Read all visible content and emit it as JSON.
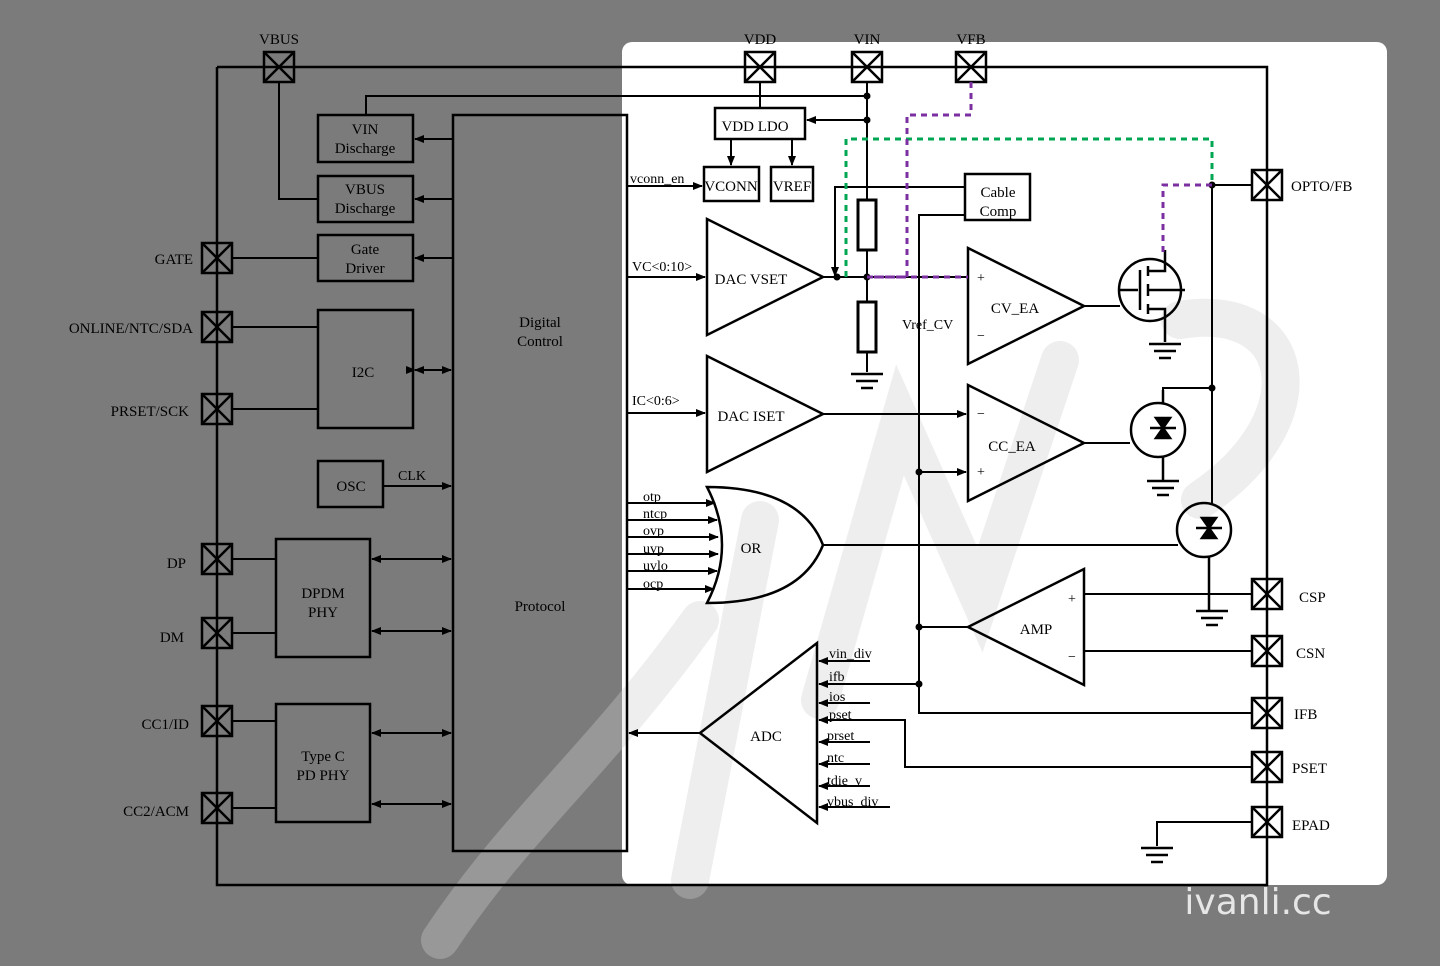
{
  "pins": {
    "vbus": "VBUS",
    "vdd": "VDD",
    "vin": "VIN",
    "vfb": "VFB",
    "gate": "GATE",
    "online_ntc_sda": "ONLINE/NTC/SDA",
    "prset_sck": "PRSET/SCK",
    "dp": "DP",
    "dm": "DM",
    "cc1_id": "CC1/ID",
    "cc2_acm": "CC2/ACM",
    "opto_fb": "OPTO/FB",
    "csp": "CSP",
    "csn": "CSN",
    "ifb": "IFB",
    "pset": "PSET",
    "epad": "EPAD"
  },
  "blocks": {
    "vin_discharge": [
      "VIN",
      "Discharge"
    ],
    "vbus_discharge": [
      "VBUS",
      "Discharge"
    ],
    "gate_driver": [
      "Gate",
      "Driver"
    ],
    "i2c": "I2C",
    "osc": "OSC",
    "dpdm_phy": [
      "DPDM",
      "PHY"
    ],
    "typec_pd_phy": [
      "Type C",
      "PD PHY"
    ],
    "digital_control": [
      "Digital",
      "Control"
    ],
    "protocol": "Protocol",
    "vdd_ldo": "VDD LDO",
    "vconn": "VCONN",
    "vref": "VREF",
    "cable_comp": [
      "Cable",
      "Comp"
    ],
    "dac_vset": "DAC VSET",
    "dac_iset": "DAC ISET",
    "cv_ea": "CV_EA",
    "cc_ea": "CC_EA",
    "or": "OR",
    "amp": "AMP",
    "adc": "ADC"
  },
  "signals": {
    "clk": "CLK",
    "vconn_en": "vconn_en",
    "vc": "VC<0:10>",
    "ic": "IC<0:6>",
    "vref_cv": "Vref_CV",
    "or_inputs": [
      "otp",
      "ntcp",
      "ovp",
      "uvp",
      "uvlo",
      "ocp"
    ],
    "adc_inputs": [
      "vin_div",
      "ifb",
      "ios",
      "pset",
      "prset",
      "ntc",
      "tdie_v",
      "vbus_div"
    ],
    "plus": "+",
    "minus": "−"
  },
  "watermark": "ivanli.cc",
  "colors": {
    "background": "#7b7b7b",
    "panel": "#ffffff",
    "green_dashed": "#00a651",
    "purple_dashed": "#7b2fa0"
  }
}
